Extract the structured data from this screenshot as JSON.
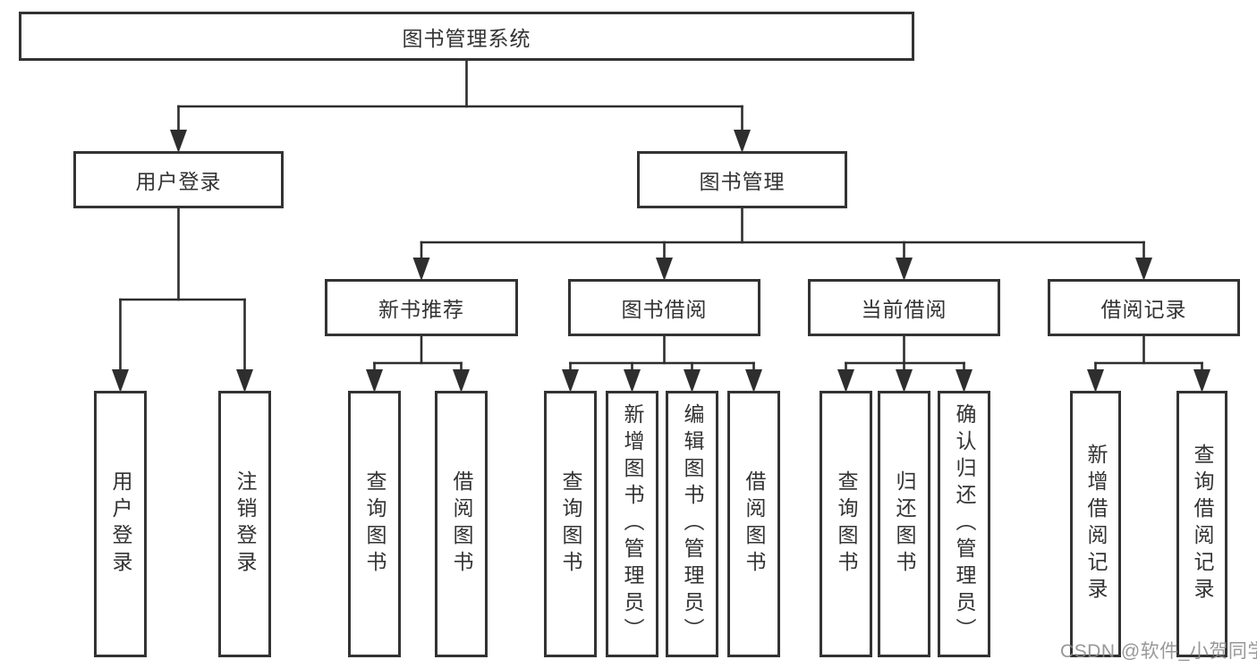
{
  "tree": {
    "label": "图书管理系统",
    "children": [
      {
        "label": "用户登录",
        "children": [
          {
            "label": "用户登录"
          },
          {
            "label": "注销登录"
          }
        ]
      },
      {
        "label": "图书管理",
        "children": [
          {
            "label": "新书推荐",
            "children": [
              {
                "label": "查询图书"
              },
              {
                "label": "借阅图书"
              }
            ]
          },
          {
            "label": "图书借阅",
            "children": [
              {
                "label": "查询图书"
              },
              {
                "label": "新增图书（管理员）"
              },
              {
                "label": "编辑图书（管理员）"
              },
              {
                "label": "借阅图书"
              }
            ]
          },
          {
            "label": "当前借阅",
            "children": [
              {
                "label": "查询图书"
              },
              {
                "label": "归还图书"
              },
              {
                "label": "确认归还（管理员）"
              }
            ]
          },
          {
            "label": "借阅记录",
            "children": [
              {
                "label": "新增借阅记录"
              },
              {
                "label": "查询借阅记录"
              }
            ]
          }
        ]
      }
    ]
  },
  "watermark": "CSDN @软件_小贺同学",
  "colors": {
    "line": "#2e2e2e",
    "border": "#333333",
    "text": "#333333",
    "watermark": "#8a8a8a"
  }
}
